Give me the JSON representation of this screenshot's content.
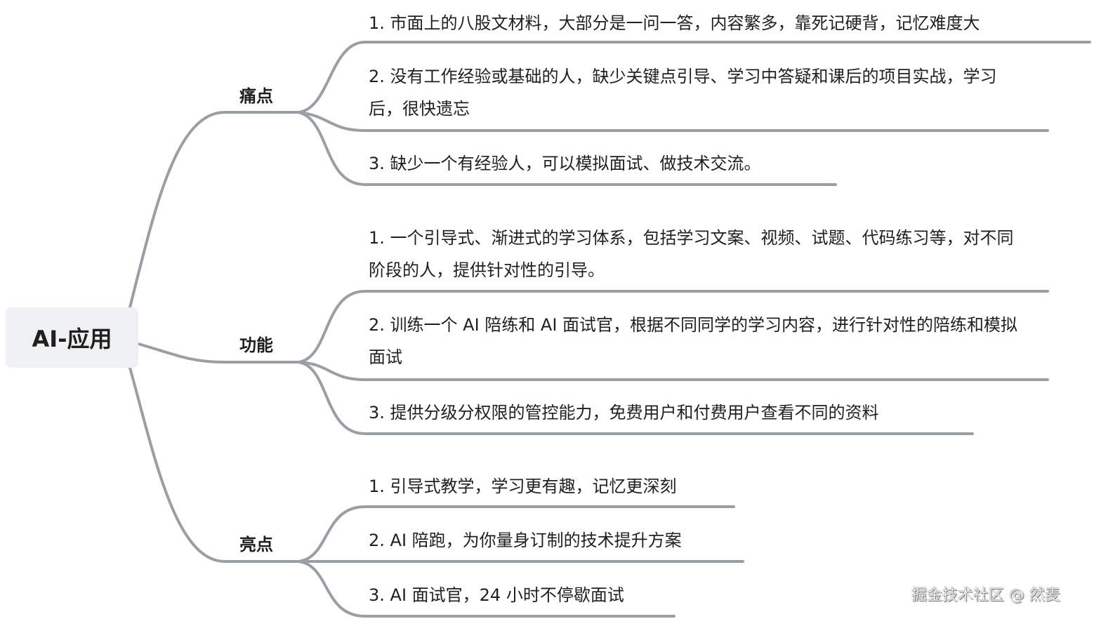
{
  "root": {
    "label": "AI-应用"
  },
  "branches": [
    {
      "label": "痛点",
      "items": [
        "1. 市面上的八股文材料，大部分是一问一答，内容繁多，靠死记硬背，记忆难度大",
        "2. 没有工作经验或基础的人，缺少关键点引导、学习中答疑和课后的项目实战，学习后，很快遗忘",
        "3. 缺少一个有经验人，可以模拟面试、做技术交流。"
      ]
    },
    {
      "label": "功能",
      "items": [
        "1. 一个引导式、渐进式的学习体系，包括学习文案、视频、试题、代码练习等，对不同阶段的人，提供针对性的引导。",
        "2. 训练一个 AI 陪练和 AI 面试官，根据不同同学的学习内容，进行针对性的陪练和模拟面试",
        "3. 提供分级分权限的管控能力，免费用户和付费用户查看不同的资料"
      ]
    },
    {
      "label": "亮点",
      "items": [
        "1. 引导式教学，学习更有趣，记忆更深刻",
        "2. AI 陪跑，为你量身订制的技术提升方案",
        "3. AI 面试官，24 小时不停歇面试"
      ]
    }
  ],
  "colors": {
    "line": "#9a9ea5",
    "root_bg": "#eff0f1",
    "text": "#1f1f1f"
  },
  "watermark": "掘金技术社区 @ 然麦"
}
